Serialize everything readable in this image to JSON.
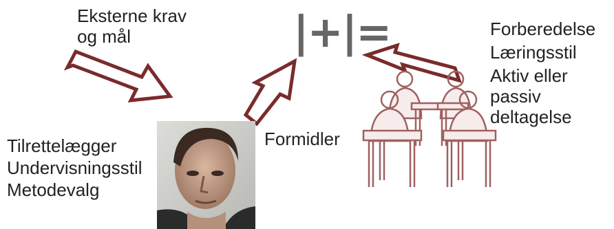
{
  "external": {
    "line1": "Eksterne krav",
    "line2": "og mål"
  },
  "teacher": {
    "line1": "Tilrettelægger",
    "line2": "Undervisningsstil",
    "line3": "Metodevalg"
  },
  "formidler": "Formidler",
  "formula": "|+|=",
  "students": {
    "line1": "Forberedelse",
    "line2": "Læringsstil",
    "line3": "Aktiv eller",
    "line4": "passiv",
    "line5": "deltagelse"
  },
  "colors": {
    "arrow_fill": "#ffffff",
    "arrow_stroke": "#7a2b2b",
    "formula": "#666666",
    "student_stroke": "#a06060"
  }
}
